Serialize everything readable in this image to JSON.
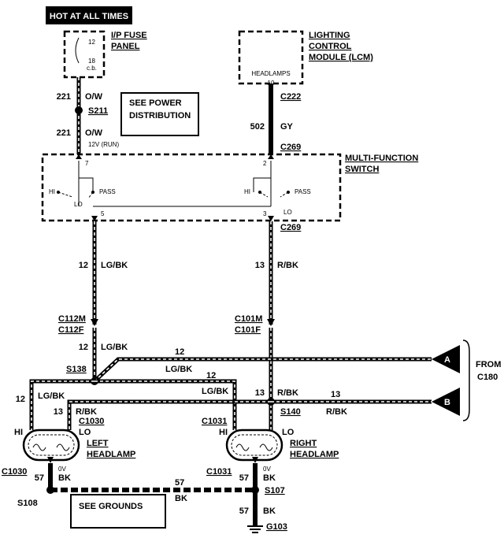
{
  "hot_label": "HOT AT ALL TIMES",
  "fuse": {
    "panel_line1": "I/P FUSE",
    "panel_line2": "PANEL",
    "number": "12",
    "rating": "18",
    "type": "c.b."
  },
  "lcm": {
    "line1": "LIGHTING",
    "line2": "CONTROL",
    "line3": "MODULE (LCM)",
    "pin_label": "HEADLAMPS",
    "pin": "10"
  },
  "power_note": {
    "line1": "SEE POWER",
    "line2": "DISTRIBUTION"
  },
  "splice_s211": "S211",
  "wire_221_a": {
    "circuit": "221",
    "color": "O/W"
  },
  "wire_221_b": {
    "circuit": "221",
    "color": "O/W"
  },
  "run_label": "12V (RUN)",
  "wire_502": {
    "circuit": "502",
    "color": "GY"
  },
  "conn_c222": "C222",
  "conn_c269_top": "C269",
  "conn_c269_bottom": "C269",
  "mfs": {
    "line1": "MULTI-FUNCTION",
    "line2": "SWITCH"
  },
  "switch_pins": {
    "p7": "7",
    "p2": "2",
    "p5": "5",
    "p3": "3"
  },
  "switch_positions": {
    "hi": "HI",
    "pass": "PASS",
    "lo": "LO"
  },
  "wire_12_lgbk": {
    "circuit": "12",
    "color": "LG/BK"
  },
  "wire_13_rbk": {
    "circuit": "13",
    "color": "R/BK"
  },
  "conn_c112": {
    "male": "C112M",
    "female": "C112F"
  },
  "conn_c101": {
    "male": "C101M",
    "female": "C101F"
  },
  "splice_s138": "S138",
  "splice_s140": "S140",
  "from_label": {
    "line1": "FROM",
    "line2": "C180"
  },
  "markers": {
    "a": "A",
    "b": "B"
  },
  "conn_c1030": "C1030",
  "conn_c1031": "C1031",
  "left_headlamp": {
    "line1": "LEFT",
    "line2": "HEADLAMP"
  },
  "right_headlamp": {
    "line1": "RIGHT",
    "line2": "HEADLAMP"
  },
  "wire_57_bk": {
    "circuit": "57",
    "color": "BK",
    "voltage": "0V"
  },
  "splice_s108": "S108",
  "splice_s107": "S107",
  "ground_note": "SEE GROUNDS",
  "ground_g103": "G103"
}
